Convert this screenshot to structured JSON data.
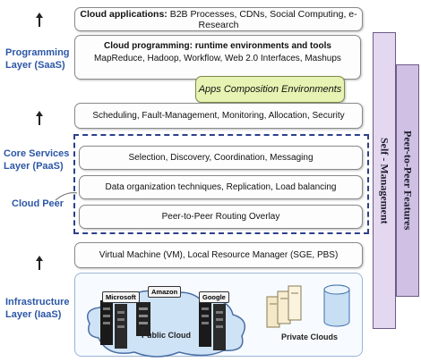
{
  "left_labels": {
    "saas": "Programming\nLayer (SaaS)",
    "paas": "Core Services\nLayer (PaaS)",
    "cloud_peer": "Cloud Peer",
    "iaas": "Infrastructure\nLayer (IaaS)"
  },
  "boxes": {
    "cloud_applications_bold": "Cloud applications:",
    "cloud_applications_rest": " B2B Processes, CDNs, Social Computing, e-Research",
    "cloud_programming_bold": "Cloud programming: runtime environments and tools",
    "cloud_programming_line2": "MapReduce, Hadoop, Workflow, Web 2.0 Interfaces,  Mashups",
    "apps_composition": "Apps Composition Environments",
    "scheduling": "Scheduling, Fault-Management, Monitoring,  Allocation, Security",
    "selection": "Selection, Discovery, Coordination, Messaging",
    "data_org": "Data organization techniques, Replication, Load  balancing",
    "p2p_routing": "Peer-to-Peer Routing Overlay",
    "vm": "Virtual Machine (VM), Local Resource Manager (SGE, PBS)"
  },
  "clouds": {
    "microsoft": "Microsoft",
    "amazon": "Amazon",
    "google": "Google",
    "public_cloud": "Public  Cloud",
    "private_clouds": "Private  Clouds"
  },
  "vertical": {
    "self_management": "Self - Management",
    "p2p_features": "Peer-to-Peer Features"
  },
  "colors": {
    "layer_label": "#2b57a6",
    "apps_box": "#e6f3b2",
    "vband_left": "#e4d8f0",
    "vband_right": "#cfc0e4",
    "dashed": "#2d3f8c"
  }
}
